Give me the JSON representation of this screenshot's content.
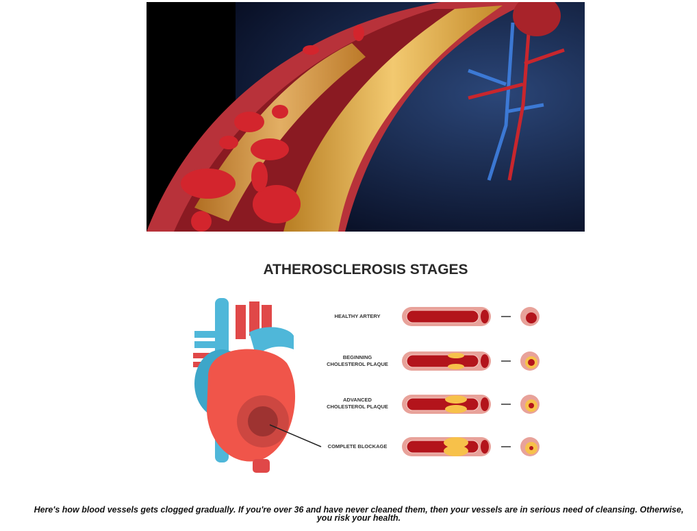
{
  "hero_image": {
    "subject": "artery-plaque-illustration"
  },
  "infographic": {
    "title": "ATHEROSCLEROSIS STAGES",
    "stages": [
      {
        "label_line1": "HEALTHY ARTERY",
        "label_line2": ""
      },
      {
        "label_line1": "BEGINNING",
        "label_line2": "CHOLESTEROL PLAQUE"
      },
      {
        "label_line1": "ADVANCED",
        "label_line2": "CHOLESTEROL PLAQUE"
      },
      {
        "label_line1": "COMPLETE BLOCKAGE",
        "label_line2": ""
      }
    ],
    "colors": {
      "wall": "#e8a29a",
      "blood": "#b3141b",
      "plaque": "#f7c14a",
      "heart": "#f0554a",
      "vessel": "#4fb7d9"
    }
  },
  "caption": "Here's how blood vessels gets clogged gradually. If you're over 36 and have never cleaned them, then your vessels are in serious need of cleansing. Otherwise, you risk your health."
}
